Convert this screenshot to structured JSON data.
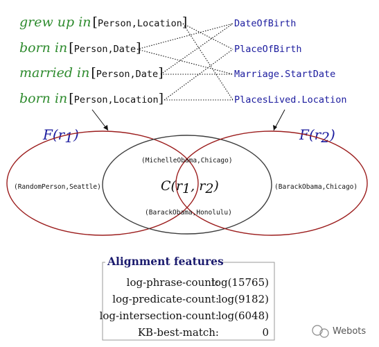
{
  "phrases": [
    {
      "text": "grew up in",
      "args": "Person,Location"
    },
    {
      "text": "born in",
      "args": "Person,Date"
    },
    {
      "text": "married in",
      "args": "Person,Date"
    },
    {
      "text": "born in",
      "args": "Person,Location"
    }
  ],
  "predicates": [
    "DateOfBirth",
    "PlaceOfBirth",
    "Marriage.StartDate",
    "PlacesLived.Location"
  ],
  "links": [
    {
      "from": 0,
      "to": 1
    },
    {
      "from": 0,
      "to": 3
    },
    {
      "from": 1,
      "to": 0
    },
    {
      "from": 1,
      "to": 2
    },
    {
      "from": 2,
      "to": 0
    },
    {
      "from": 2,
      "to": 2
    },
    {
      "from": 3,
      "to": 1
    },
    {
      "from": 3,
      "to": 3
    }
  ],
  "sets": {
    "left_label": "F(r",
    "left_sub": "1",
    "right_label": "F(r",
    "right_sub": "2",
    "intersection_label": "C(r",
    "intersection_sub1": "1",
    "intersection_sub2": "2",
    "left_only": "(RandomPerson,Seattle)",
    "right_only": "(BarackObama,Chicago)",
    "intersection_top": "(MichelleObama,Chicago)",
    "intersection_bottom": "(BarackObama,Honolulu)"
  },
  "features": {
    "title": "Alignment features",
    "rows": [
      {
        "label": "log-phrase-count:",
        "value": "log(15765)"
      },
      {
        "label": "log-predicate-count:",
        "value": "log(9182)"
      },
      {
        "label": "log-intersection-count:",
        "value": "log(6048)"
      },
      {
        "label": "KB-best-match:",
        "value": "0"
      }
    ]
  },
  "watermark": "Webots",
  "colors": {
    "phrase": "#2e8b2e",
    "predicate": "#1b1b9e",
    "ellipse": "#9b1c1c"
  }
}
